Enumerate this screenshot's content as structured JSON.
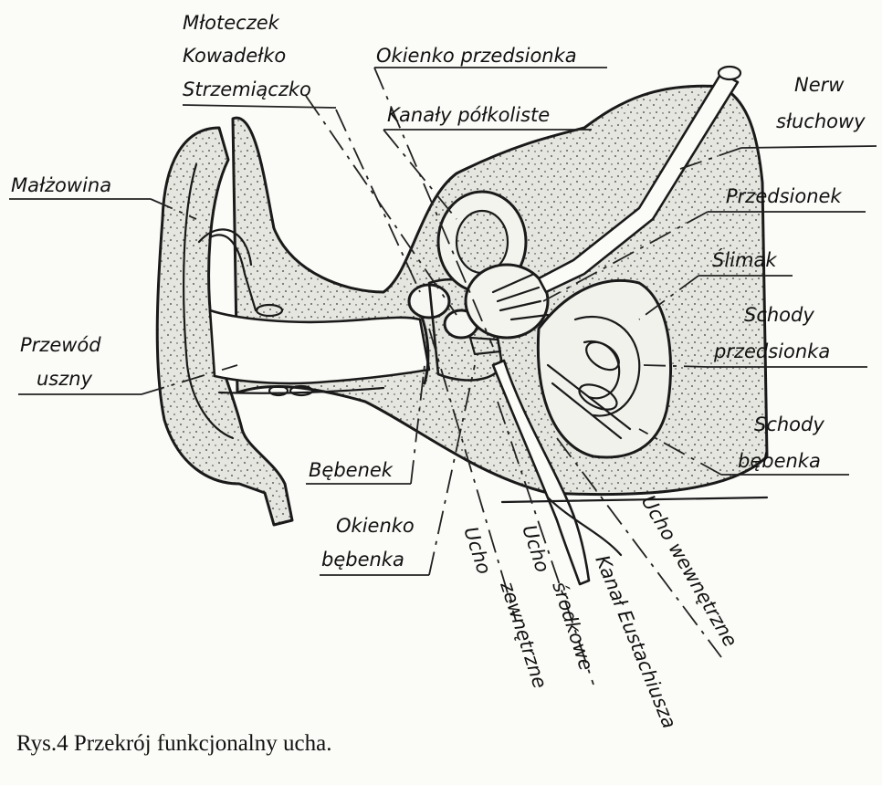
{
  "figure": {
    "caption": "Rys.4 Przekrój funkcjonalny ucha."
  },
  "labels": {
    "mloteczek": "Młoteczek",
    "kowadelko": "Kowadełko",
    "strzemiaczko": "Strzemiączko",
    "okienko_przedsionka": "Okienko przedsionka",
    "kanaly_polkoliste": "Kanały półkoliste",
    "nerw_line1": "Nerw",
    "nerw_line2": "słuchowy",
    "malzowina": "Małżowina",
    "przedsionek": "Przedsionek",
    "slimak": "Ślimak",
    "schody_przedsionka_line1": "Schody",
    "schody_przedsionka_line2": "przedsionka",
    "przewod_line1": "Przewód",
    "przewod_line2": "uszny",
    "schody_bebenka_line1": "Schody",
    "schody_bebenka_line2": "bębenka",
    "bebenek": "Bębenek",
    "okienko_bebenka_line1": "Okienko",
    "okienko_bebenka_line2": "bębenka",
    "ucho_zewnetrzne_line1": "Ucho",
    "ucho_zewnetrzne_line2": "zewnętrzne",
    "ucho_srodkowe_line1": "Ucho",
    "ucho_srodkowe_line2": "środkowe",
    "kanal_eustachiusza": "Kanał Eustachiusza",
    "ucho_wewnetrzne": "Ucho wewnętrzne"
  }
}
